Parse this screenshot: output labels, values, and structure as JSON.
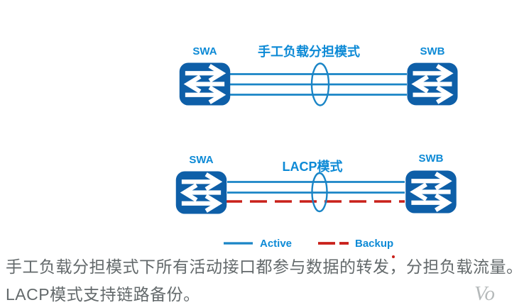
{
  "colors": {
    "switch_blue": "#0e5fa8",
    "line_blue": "#1a85c6",
    "label_blue": "#0d8ad6",
    "backup_red": "#c9201a",
    "text_gray": "#63696b"
  },
  "diagram_manual": {
    "title": "手工负载分担模式",
    "left_switch_label": "SWA",
    "right_switch_label": "SWB",
    "link_style": "three solid active links grouped by aggregation ellipse"
  },
  "diagram_lacp": {
    "title": "LACP模式",
    "left_switch_label": "SWA",
    "right_switch_label": "SWB",
    "link_style": "two solid active links and one dashed backup link grouped by aggregation ellipse"
  },
  "legend": {
    "active_label": "Active",
    "backup_label": "Backup"
  },
  "caption": {
    "line1_pre": "手工负载分担模式下所有活动接口都参与数据的转发",
    "line1_punct": "，",
    "line1_post": "分担负载流量。",
    "line2": "LACP模式支持链路备份。"
  },
  "watermark": "Vo"
}
